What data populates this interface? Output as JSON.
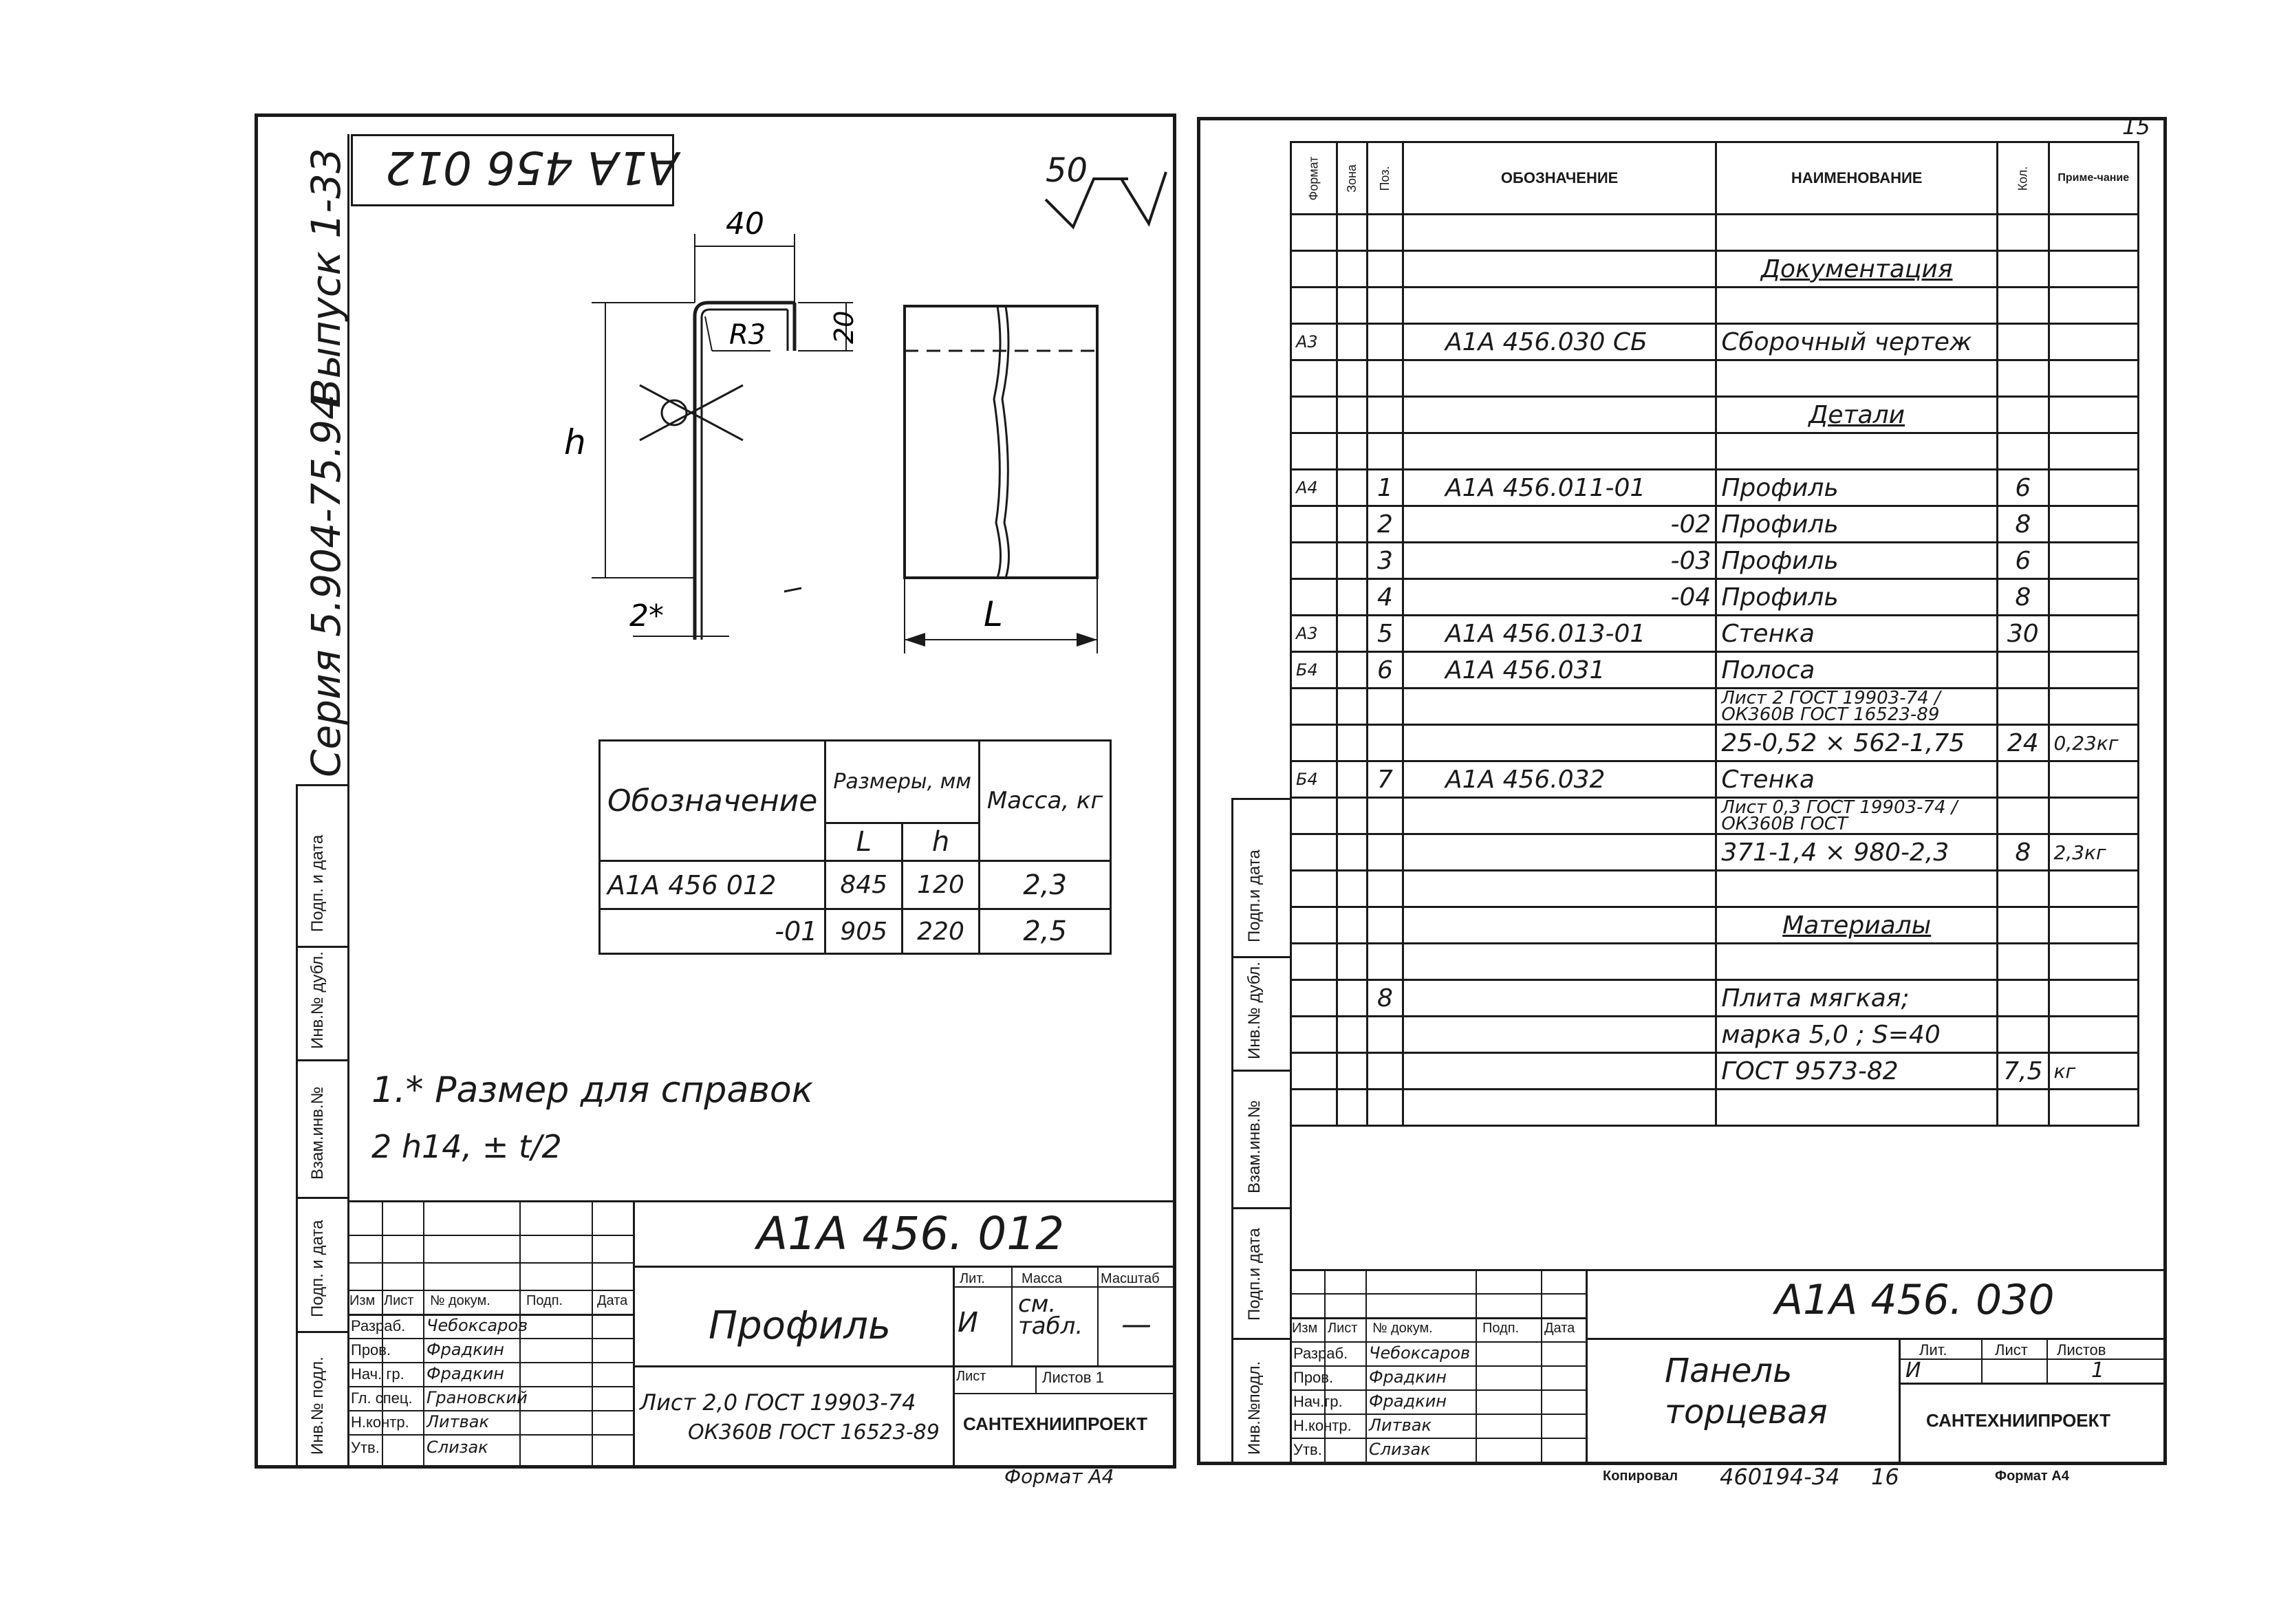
{
  "corner": {
    "page_mark": "15"
  },
  "left": {
    "code_rotated": "А1А 456 012",
    "roughness": "50",
    "series": "Серия 5.904-75.94",
    "issue": "Выпуск 1-33",
    "drawing": {
      "dim_40": "40",
      "dim_20": "20",
      "radius": "R3",
      "dim_h": "h",
      "dim_2": "2*",
      "dim_L": "L"
    },
    "table": {
      "col_name": "Обозначение",
      "col_sizes": "Размеры, мм",
      "col_L": "L",
      "col_h": "h",
      "col_mass": "Масса, кг",
      "rows": [
        {
          "name": "А1А 456 012",
          "L": "845",
          "h": "120",
          "mass": "2,3"
        },
        {
          "name": "-01",
          "L": "905",
          "h": "220",
          "mass": "2,5"
        }
      ]
    },
    "notes": [
      "1.* Размер для справок",
      "2 h14, ± t/2"
    ],
    "side_labels": [
      "Подп. и дата",
      "Инв.№ дубл.",
      "Взам.инв.№",
      "Подп. и дата",
      "Инв.№ подл."
    ],
    "stamp": {
      "code": "А1А 456. 012",
      "title": "Профиль",
      "hdr": [
        "Изм",
        "Лист",
        "№ докум.",
        "Подп.",
        "Дата"
      ],
      "roles": [
        "Разраб.",
        "Пров.",
        "Нач. гр.",
        "Гл. спец.",
        "Н.контр.",
        "Утв."
      ],
      "names": [
        "Чебоксаров",
        "Фрадкин",
        "Фрадкин",
        "Грановский",
        "Литвак",
        "Слизак"
      ],
      "lit": "Лит.",
      "mass": "Масса",
      "scale": "Масштаб",
      "lit_val": "И",
      "mass_val": "см. табл.",
      "scale_val": "—",
      "sheet": "Лист",
      "sheets": "Листов 1",
      "material_1": "Лист 2,0 ГОСТ 19903-74",
      "material_2": "ОК360В ГОСТ 16523-89",
      "org": "САНТЕХНИИПРОЕКТ",
      "format": "Формат А4"
    }
  },
  "right": {
    "headers": {
      "format": "Формат",
      "zone": "Зона",
      "pos": "Поз.",
      "designation": "ОБОЗНАЧЕНИЕ",
      "name": "НАИМЕНОВАНИЕ",
      "qty": "Кол.",
      "note": "Приме-чание"
    },
    "rows": [
      {
        "f": "",
        "p": "",
        "d": "",
        "n": "",
        "q": "",
        "r": ""
      },
      {
        "f": "",
        "p": "",
        "d": "",
        "n": "Документация",
        "q": "",
        "r": "",
        "section": true
      },
      {
        "f": "",
        "p": "",
        "d": "",
        "n": "",
        "q": "",
        "r": ""
      },
      {
        "f": "А3",
        "p": "",
        "d": "А1А 456.030 СБ",
        "n": "Сборочный чертеж",
        "q": "",
        "r": ""
      },
      {
        "f": "",
        "p": "",
        "d": "",
        "n": "",
        "q": "",
        "r": ""
      },
      {
        "f": "",
        "p": "",
        "d": "",
        "n": "Детали",
        "q": "",
        "r": "",
        "section": true
      },
      {
        "f": "",
        "p": "",
        "d": "",
        "n": "",
        "q": "",
        "r": ""
      },
      {
        "f": "А4",
        "p": "1",
        "d": "А1А 456.011-01",
        "n": "Профиль",
        "q": "6",
        "r": ""
      },
      {
        "f": "",
        "p": "2",
        "d": "-02",
        "n": "Профиль",
        "q": "8",
        "r": "",
        "dr": true
      },
      {
        "f": "",
        "p": "3",
        "d": "-03",
        "n": "Профиль",
        "q": "6",
        "r": "",
        "dr": true
      },
      {
        "f": "",
        "p": "4",
        "d": "-04",
        "n": "Профиль",
        "q": "8",
        "r": "",
        "dr": true
      },
      {
        "f": "А3",
        "p": "5",
        "d": "А1А 456.013-01",
        "n": "Стенка",
        "q": "30",
        "r": ""
      },
      {
        "f": "Б4",
        "p": "6",
        "d": "А1А 456.031",
        "n": "Полоса",
        "q": "",
        "r": ""
      },
      {
        "f": "",
        "p": "",
        "d": "",
        "n": "Лист 2 ГОСТ 19903-74 / ОК360В ГОСТ 16523-89",
        "q": "",
        "r": ""
      },
      {
        "f": "",
        "p": "",
        "d": "",
        "n": "25-0,52 × 562-1,75",
        "q": "24",
        "r": "0,23кг"
      },
      {
        "f": "Б4",
        "p": "7",
        "d": "А1А 456.032",
        "n": "Стенка",
        "q": "",
        "r": ""
      },
      {
        "f": "",
        "p": "",
        "d": "",
        "n": "Лист 0,3 ГОСТ 19903-74 / ОК360В ГОСТ",
        "q": "",
        "r": ""
      },
      {
        "f": "",
        "p": "",
        "d": "",
        "n": "371-1,4 × 980-2,3",
        "q": "8",
        "r": "2,3кг"
      },
      {
        "f": "",
        "p": "",
        "d": "",
        "n": "",
        "q": "",
        "r": ""
      },
      {
        "f": "",
        "p": "",
        "d": "",
        "n": "Материалы",
        "q": "",
        "r": "",
        "section": true
      },
      {
        "f": "",
        "p": "",
        "d": "",
        "n": "",
        "q": "",
        "r": ""
      },
      {
        "f": "",
        "p": "8",
        "d": "",
        "n": "Плита мягкая;",
        "q": "",
        "r": ""
      },
      {
        "f": "",
        "p": "",
        "d": "",
        "n": "марка 5,0 ; S=40",
        "q": "",
        "r": ""
      },
      {
        "f": "",
        "p": "",
        "d": "",
        "n": "ГОСТ 9573-82",
        "q": "7,5",
        "r": "кг"
      },
      {
        "f": "",
        "p": "",
        "d": "",
        "n": "",
        "q": "",
        "r": ""
      }
    ],
    "side_labels": [
      "Подп.и дата",
      "Инв.№ дубл.",
      "Взам.инв.№",
      "Подп.и дата",
      "Инв.№подл."
    ],
    "stamp": {
      "code": "А1А 456. 030",
      "title_1": "Панель",
      "title_2": "торцевая",
      "hdr": [
        "Изм",
        "Лист",
        "№ докум.",
        "Подп.",
        "Дата"
      ],
      "roles": [
        "Разраб.",
        "Пров.",
        "Нач.гр.",
        "Н.контр.",
        "Утв."
      ],
      "names": [
        "Чебоксаров",
        "Фрадкин",
        "Фрадкин",
        "Литвак",
        "Слизак"
      ],
      "lit": "Лит.",
      "sheet": "Лист",
      "sheets": "Листов",
      "lit_val": "И",
      "sheets_val": "1",
      "org": "САНТЕХНИИПРОЕКТ"
    },
    "footer": {
      "copied": "Копировал",
      "number": "460194-34",
      "page": "16",
      "format": "Формат А4"
    }
  }
}
